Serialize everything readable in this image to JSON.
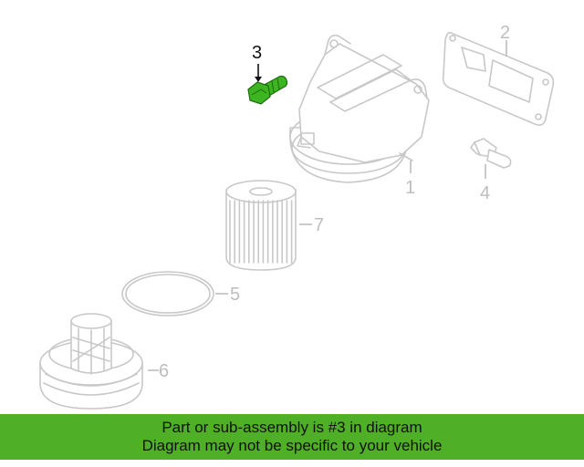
{
  "callouts": {
    "c1": "1",
    "c2": "2",
    "c3": "3",
    "c4": "4",
    "c5": "5",
    "c6": "6",
    "c7": "7"
  },
  "highlighted_callout": "3",
  "colors": {
    "highlight_green": "#4fb027",
    "bolt_green": "#3cb521",
    "part_outline": "#c8c8c8"
  },
  "banner": {
    "line1": "Part or sub-assembly is #3 in diagram",
    "line2": "Diagram may not be specific to your vehicle"
  }
}
